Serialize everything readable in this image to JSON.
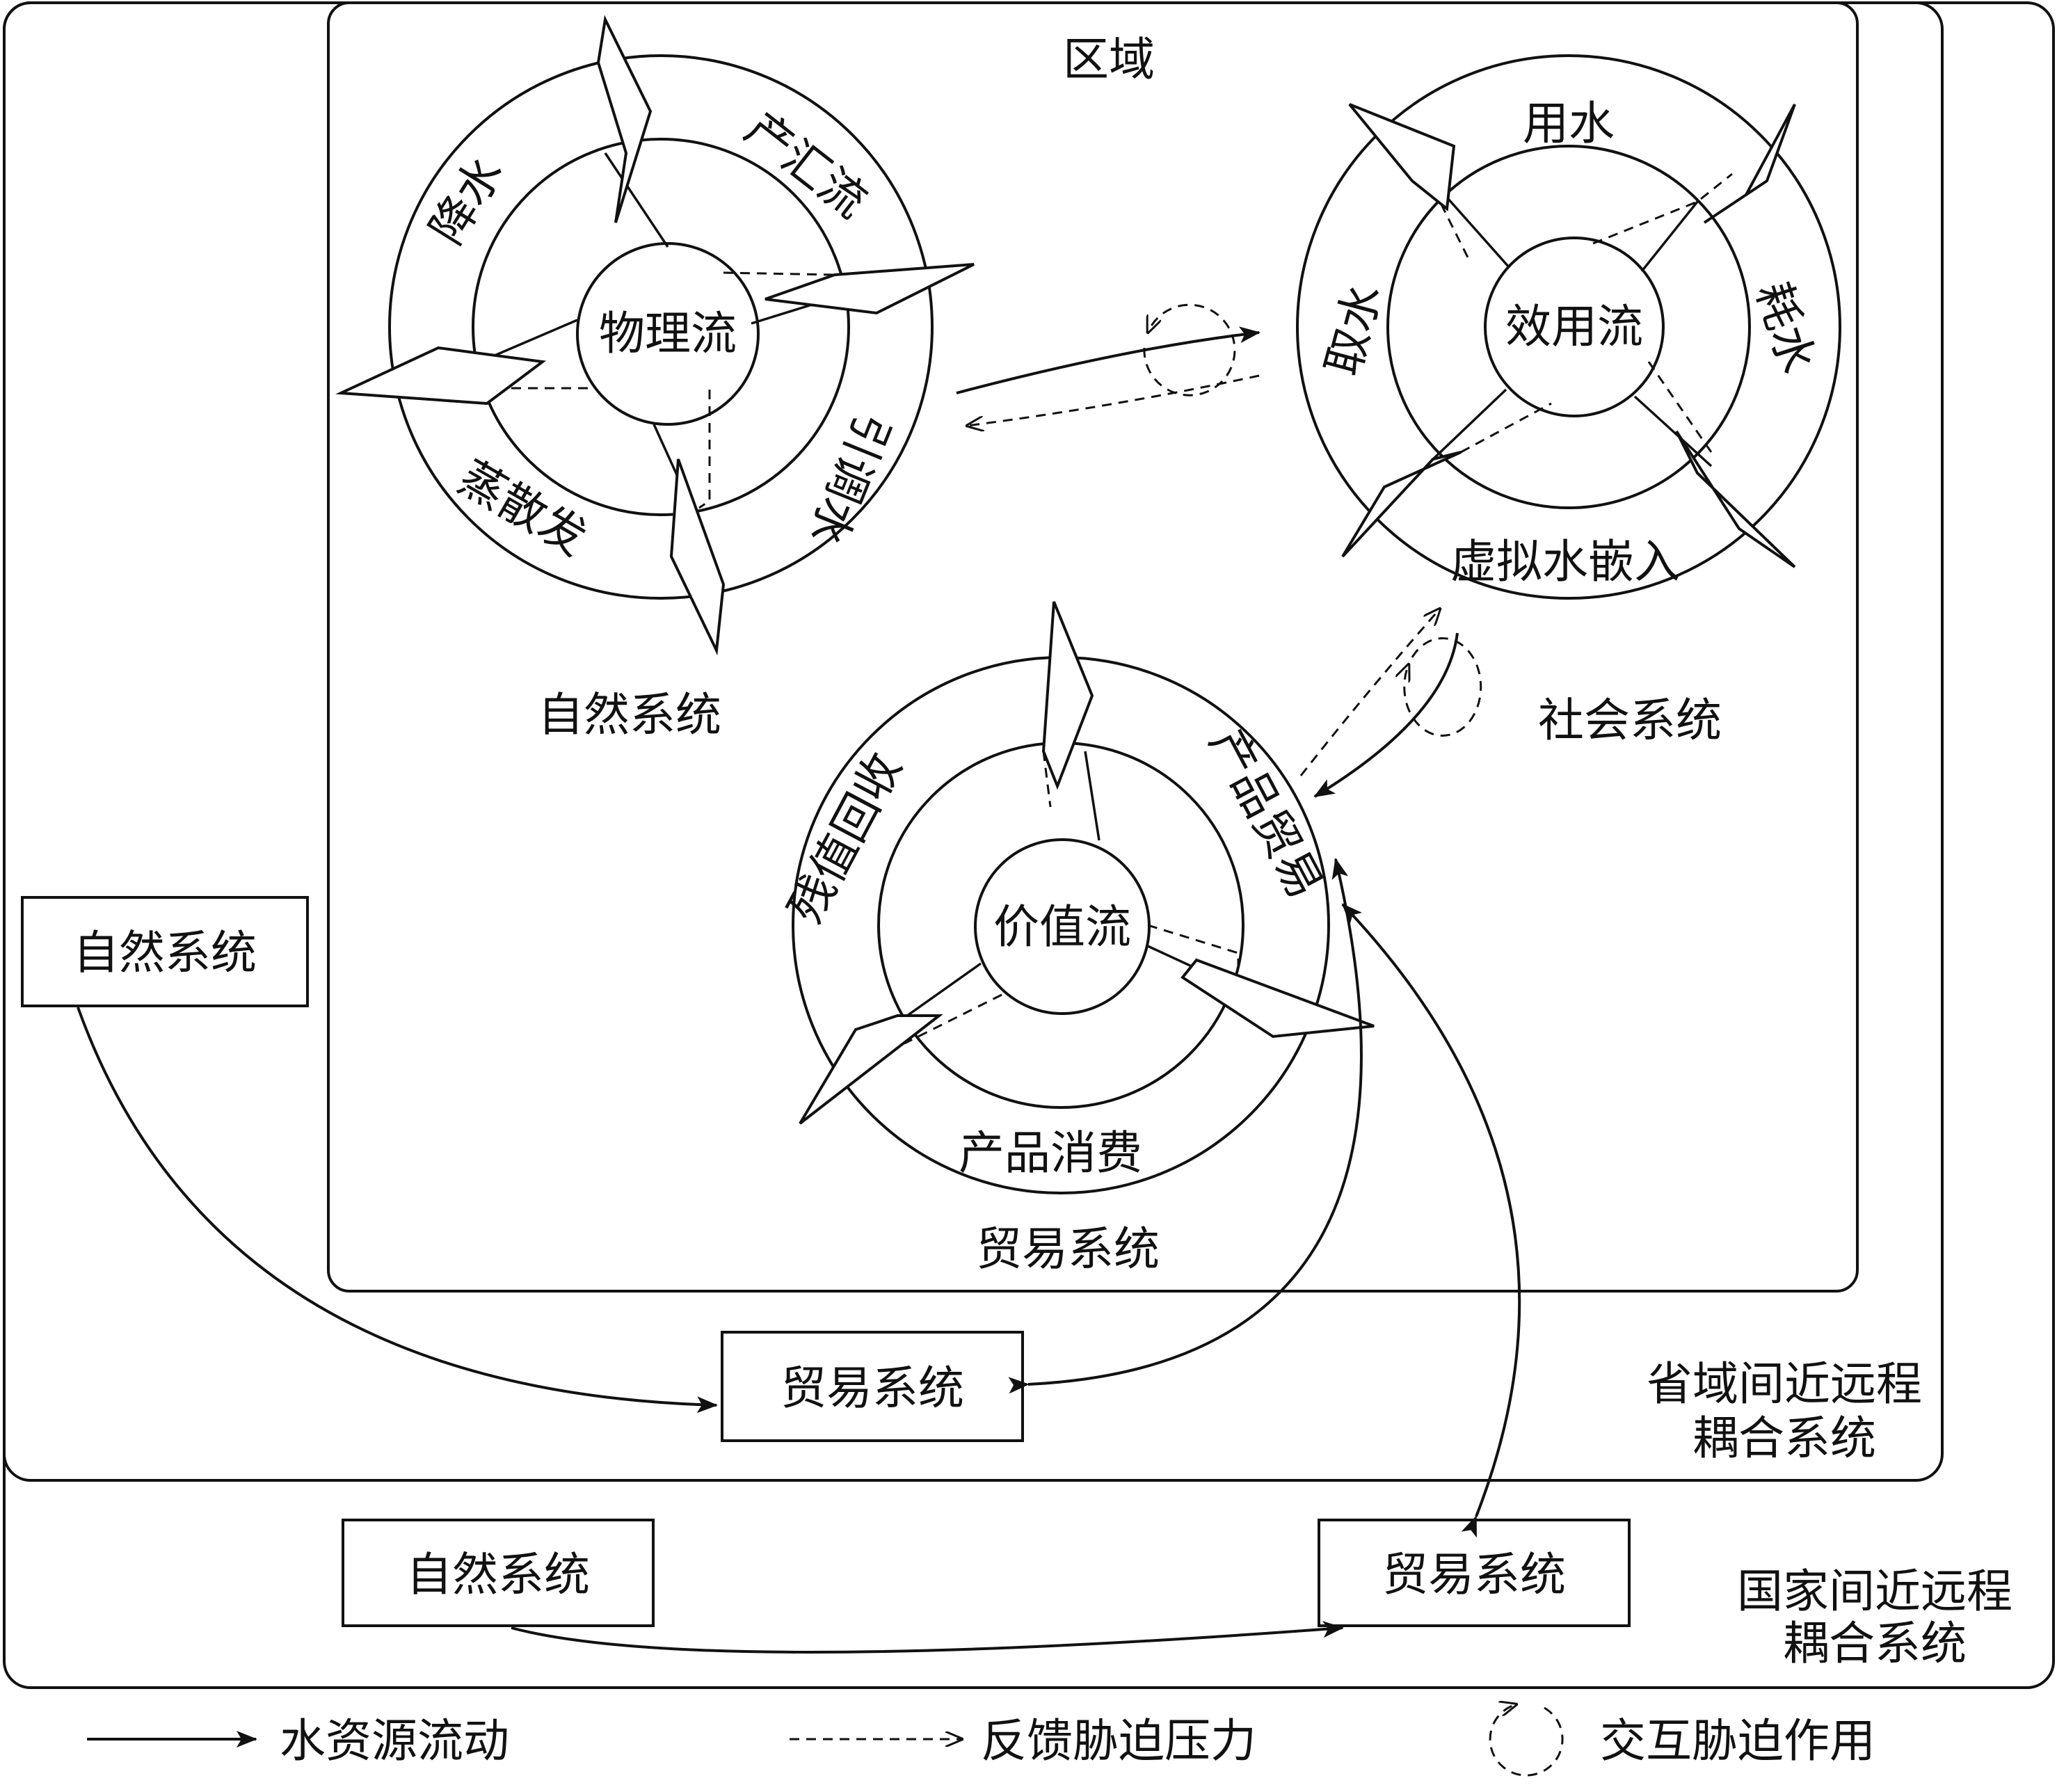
{
  "region": {
    "title": "区域",
    "natural": {
      "caption": "自然系统",
      "center": "物理流",
      "stages": [
        "降水",
        "产汇流",
        "引调水",
        "蒸散发"
      ]
    },
    "social": {
      "caption": "社会系统",
      "center": "效用流",
      "stages": [
        "用水",
        "耗水",
        "虚拟水嵌入",
        "取水"
      ]
    },
    "trade": {
      "caption": "贸易系统",
      "center": "价值流",
      "stages": [
        "产品贸易",
        "产品消费",
        "残值回收"
      ]
    }
  },
  "provincial": {
    "label_line1": "省域间近远程",
    "label_line2": "耦合系统",
    "natural_box": "自然系统",
    "trade_box": "贸易系统"
  },
  "national": {
    "label_line1": "国家间近远程",
    "label_line2": "耦合系统",
    "natural_box": "自然系统",
    "trade_box": "贸易系统"
  },
  "legend": {
    "water_flow": "水资源流动",
    "feedback": "反馈胁迫压力",
    "interaction": "交互胁迫作用"
  },
  "colors": {
    "stroke": "#111111",
    "background": "#ffffff"
  },
  "icons": [
    "solid-arrow-icon",
    "dashed-arrow-icon",
    "dashed-circular-arrow-icon"
  ]
}
